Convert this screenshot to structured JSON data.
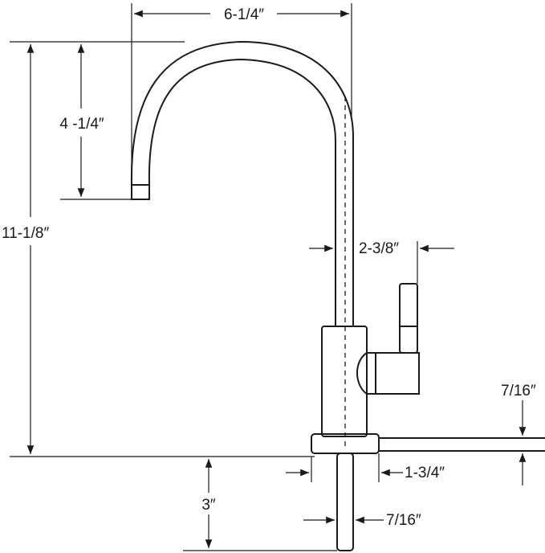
{
  "diagram": {
    "dimensions": {
      "spout_width": "6-1/4″",
      "spout_drop": "4 -1/4″",
      "overall_height": "11-1/8″",
      "handle_offset": "2-3/8″",
      "counter_thickness": "7/16″",
      "base_diameter": "1-3/4″",
      "shank_length": "3″",
      "shank_diameter": "7/16″"
    },
    "colors": {
      "ink": "#1a1a1a",
      "background": "#ffffff"
    }
  }
}
